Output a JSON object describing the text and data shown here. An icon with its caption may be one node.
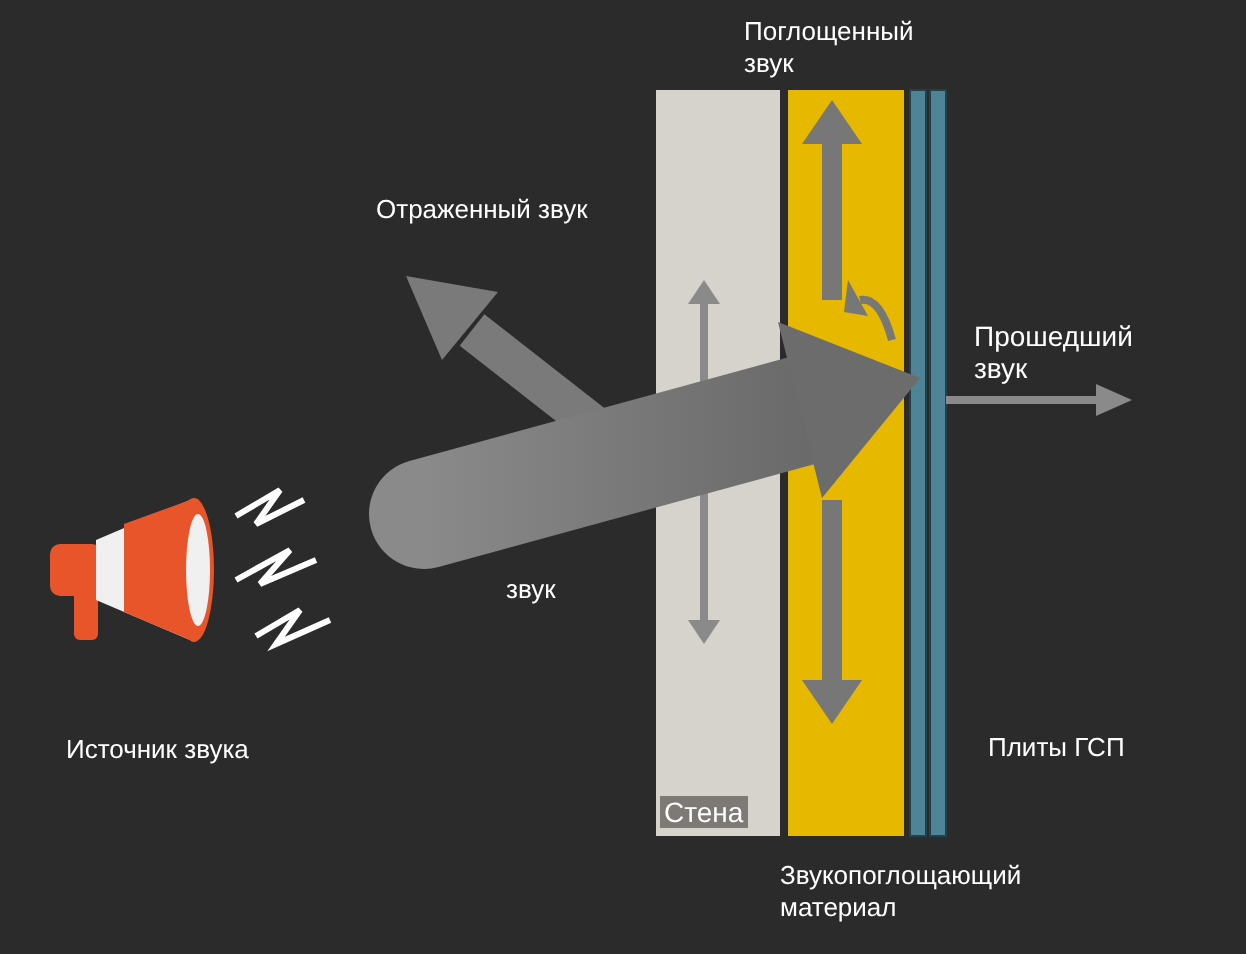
{
  "diagram": {
    "nodes": [
      {
        "text": [
          "Стена"
        ]
      }
    ],
    "labels": [
      "Поглощенный звук",
      "Отраженный звук",
      "Прошедший звук",
      "звук",
      "Источник звука",
      "Плиты ГСП",
      "Звукопоглощающий материал"
    ]
  }
}
